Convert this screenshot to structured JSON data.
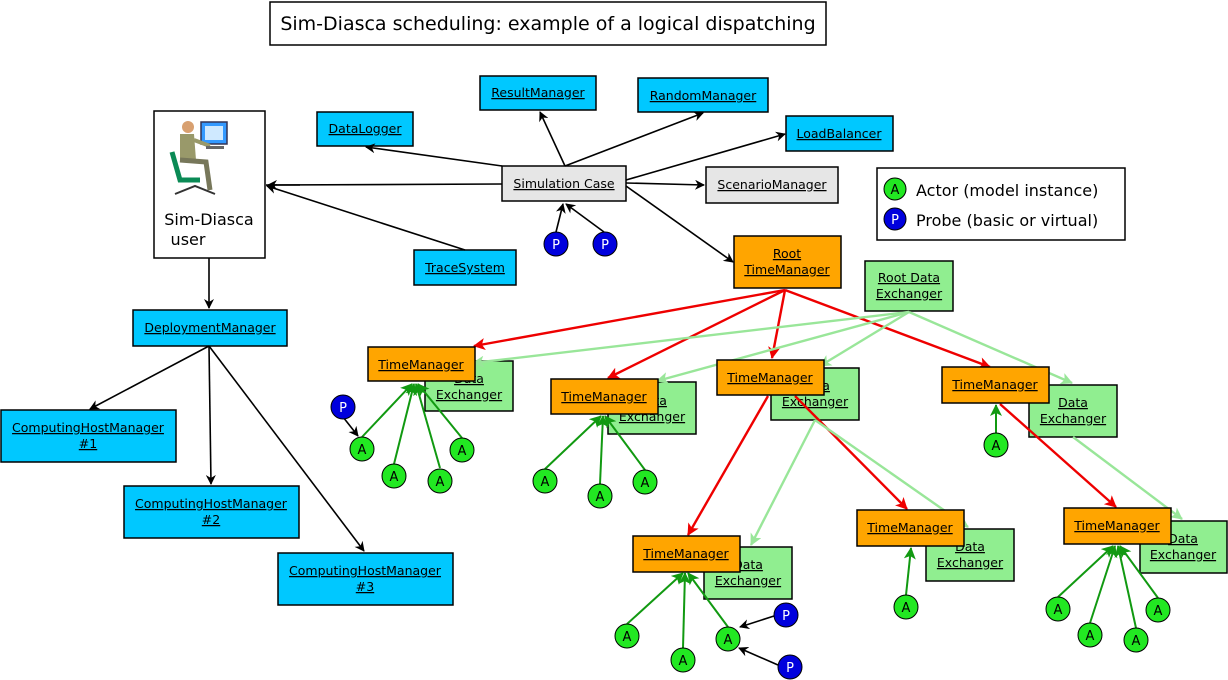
{
  "title": "Sim-Diasca scheduling: example of a logical dispatching",
  "user": {
    "line1": "Sim-Diasca",
    "line2": "user"
  },
  "legend": {
    "actor_symbol": "A",
    "actor_label": "Actor (model instance)",
    "probe_symbol": "P",
    "probe_label": "Probe (basic or virtual)"
  },
  "services": {
    "result_manager": "ResultManager",
    "random_manager": "RandomManager",
    "data_logger": "DataLogger",
    "load_balancer": "LoadBalancer",
    "simulation_case": "Simulation Case",
    "scenario_manager": "ScenarioManager",
    "trace_system": "TraceSystem",
    "deployment_manager": "DeploymentManager",
    "chm1": [
      "ComputingHostManager",
      "#1"
    ],
    "chm2": [
      "ComputingHostManager",
      "#2"
    ],
    "chm3": [
      "ComputingHostManager",
      "#3"
    ]
  },
  "root_time_manager": [
    "Root",
    "TimeManager"
  ],
  "root_data_exchanger": [
    "Root Data",
    "Exchanger"
  ],
  "time_manager_label": "TimeManager",
  "data_exchanger_label": [
    "Data",
    "Exchanger"
  ],
  "colors": {
    "cyan": "#00c8ff",
    "orange": "#ffa500",
    "light_green": "#90ee90",
    "grey": "#e6e6e6",
    "actor_green": "#22e822",
    "probe_blue": "#0000dd",
    "red_arrow": "#ee0000",
    "green_arrow": "#99e699",
    "dark_green_line": "#119911"
  }
}
